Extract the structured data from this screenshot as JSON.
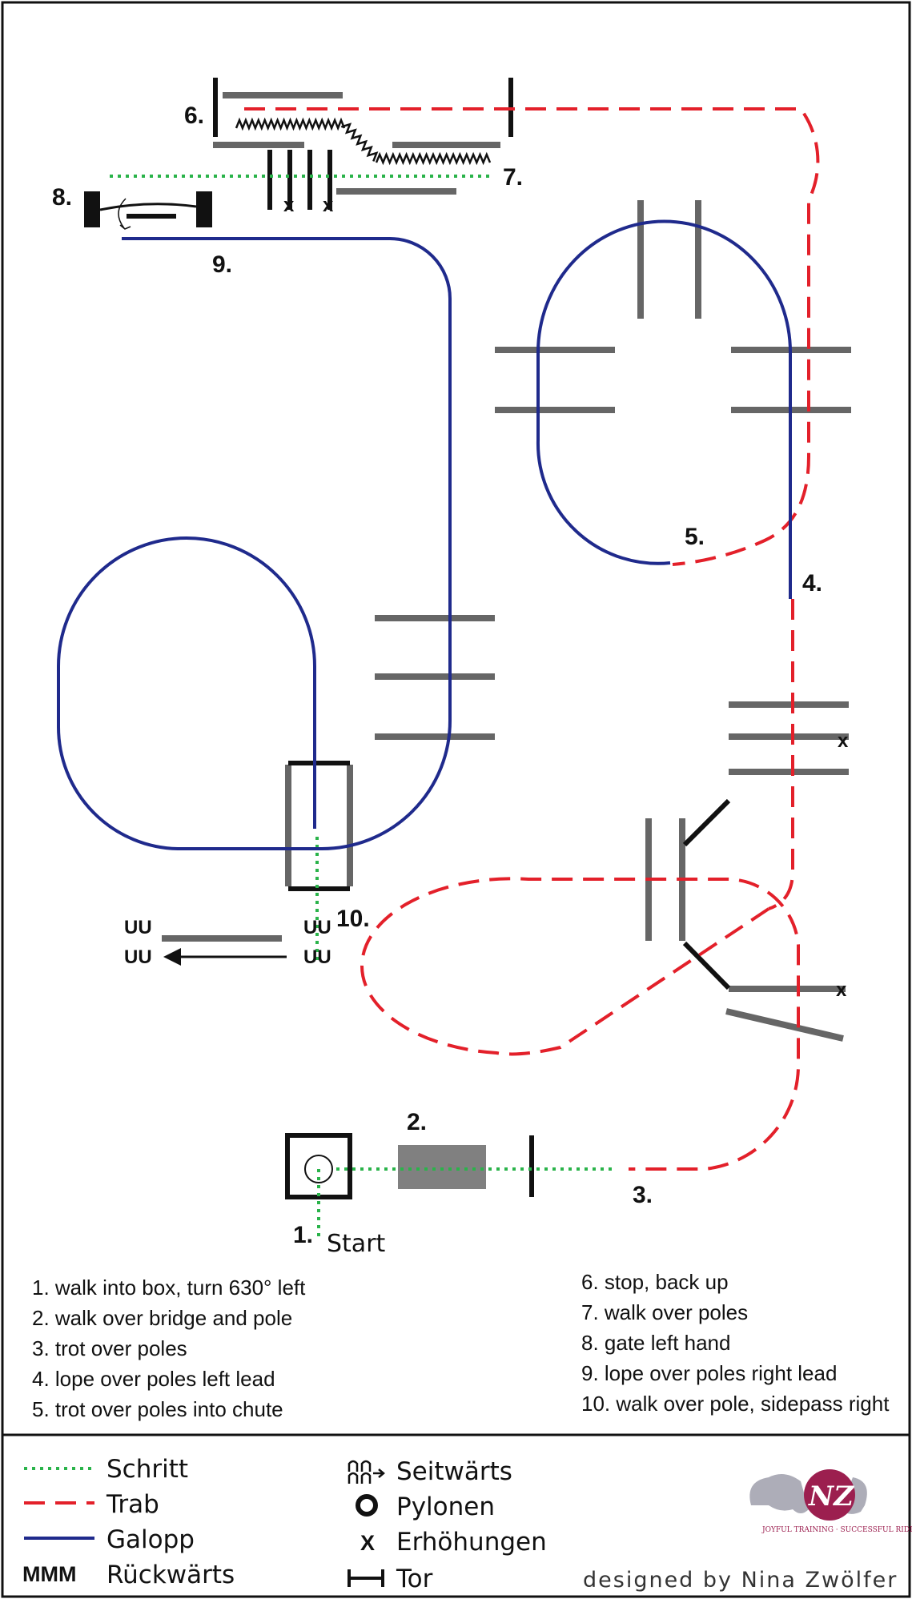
{
  "stations": {
    "s1": "1.",
    "s2": "2.",
    "s3": "3.",
    "s4": "4.",
    "s5": "5.",
    "s6": "6.",
    "s7": "7.",
    "s8": "8.",
    "s9": "9.",
    "s10": "10."
  },
  "start_label": "Start",
  "sidepass_marks": [
    "UU",
    "UU",
    "UU",
    "UU"
  ],
  "elevation_mark": "x",
  "instructions_left": [
    "1. walk into box, turn 630° left",
    "2. walk over bridge and pole",
    "3. trot over poles",
    "4. lope over poles left lead",
    "5. trot over poles into chute"
  ],
  "instructions_right": [
    "6. stop, back up",
    "7. walk over poles",
    "8. gate left hand",
    "9. lope over poles right lead",
    "10. walk over pole, sidepass right"
  ],
  "legend_left": [
    {
      "icon": "walk-dotted-line-icon",
      "label": "Schritt",
      "color": "#2ab34a"
    },
    {
      "icon": "trot-dashed-line-icon",
      "label": "Trab",
      "color": "#e3202a"
    },
    {
      "icon": "lope-solid-line-icon",
      "label": "Galopp",
      "color": "#1f2a8c"
    },
    {
      "icon": "backup-mmm-icon",
      "label": "Rückwärts",
      "symbol": "MMM"
    }
  ],
  "legend_right": [
    {
      "icon": "sidepass-icon",
      "label": "Seitwärts"
    },
    {
      "icon": "cone-icon",
      "label": "Pylonen"
    },
    {
      "icon": "elevation-x-icon",
      "label": "Erhöhungen",
      "symbol": "X"
    },
    {
      "icon": "gate-icon",
      "label": "Tor"
    }
  ],
  "designer": "designed by Nina Zwölfer",
  "logo": {
    "letters": "NZ",
    "tagline": "JOYFUL TRAINING · SUCCESSFUL RIDING",
    "color": "#9c1f4f"
  },
  "colors": {
    "walk": "#2ab34a",
    "trot": "#e3202a",
    "lope": "#1f2a8c",
    "pole": "#666666",
    "border": "#111111"
  }
}
